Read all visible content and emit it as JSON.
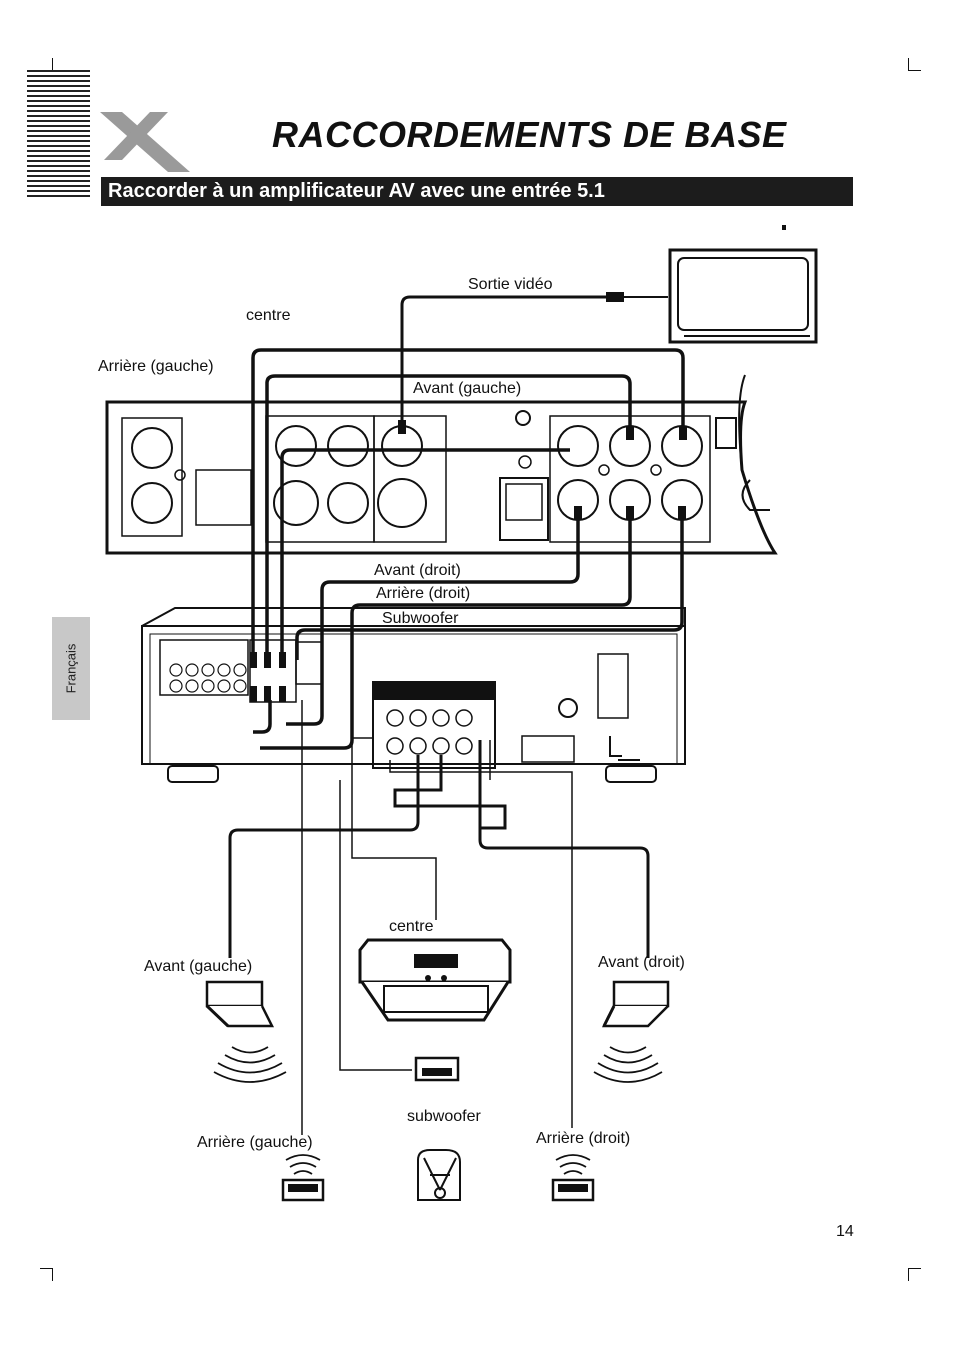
{
  "header": {
    "title": "RACCORDEMENTS DE BASE",
    "subtitle": "Raccorder à un amplificateur AV avec une  entrée 5.1"
  },
  "side_tab": {
    "language": "Français"
  },
  "diagram_labels": {
    "video_out": "Sortie vidéo",
    "centre_top": "centre",
    "rear_left_top": "Arrière (gauche)",
    "front_left_top": "Avant (gauche)",
    "front_right_mid": "Avant (droit)",
    "rear_right_mid": "Arrière (droit)",
    "subwoofer_mid": "Subwoofer",
    "centre_speaker": "centre",
    "front_left_speaker": "Avant (gauche)",
    "front_right_speaker": "Avant (droit)",
    "subwoofer_speaker": "subwoofer",
    "rear_left_speaker": "Arrière (gauche)",
    "rear_right_speaker": "Arrière (droit)"
  },
  "footer": {
    "page_number": "14"
  },
  "colors": {
    "banner": "#1c1c1c",
    "side_tab": "#c8c8c8",
    "line": "#111111"
  }
}
